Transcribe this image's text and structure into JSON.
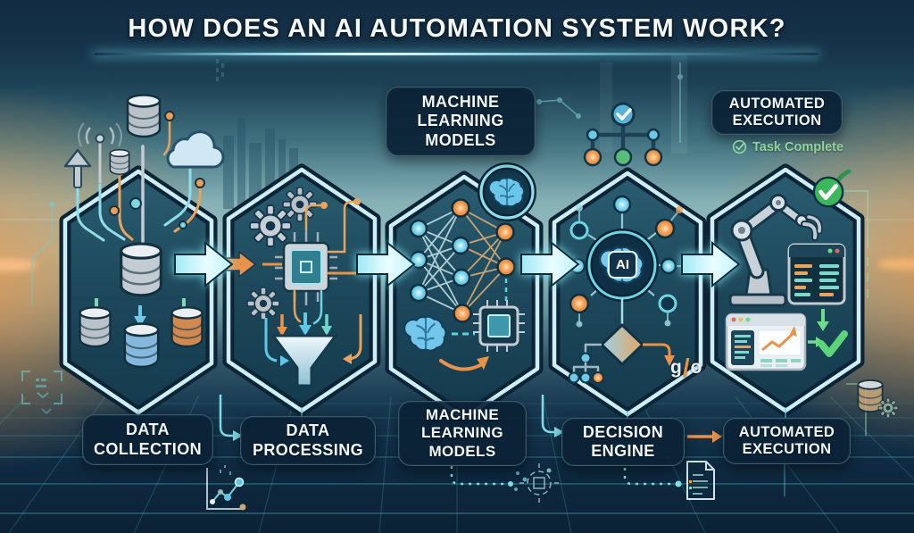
{
  "title": "HOW DOES AN AI AUTOMATION SYSTEM WORK?",
  "stages": [
    {
      "id": "data-collection",
      "label": "DATA COLLECTION"
    },
    {
      "id": "data-processing",
      "label": "DATA PROCESSING"
    },
    {
      "id": "machine-learning-models",
      "label": "MACHINE LEARNING MODELS"
    },
    {
      "id": "decision-engine",
      "label": "DECISION ENGINE"
    },
    {
      "id": "automated-execution",
      "label": "AUTOMATED EXECUTION"
    }
  ],
  "callouts": {
    "ml_top": "MACHINE LEARNING MODELS",
    "exec_top": "AUTOMATED EXECUTION",
    "task_complete": "Task Complete"
  },
  "annotations": {
    "ai_core": "AI",
    "go_pre": "g",
    "go_slash": "/",
    "go_post": "o"
  },
  "icons": [
    "database-icon",
    "cloud-icon",
    "antenna-icon",
    "gear-icon",
    "cpu-chip-icon",
    "funnel-icon",
    "neural-network-icon",
    "brain-icon",
    "ai-core-icon",
    "decision-diamond-icon",
    "tree-icon",
    "robot-arm-icon",
    "terminal-window-icon",
    "chart-window-icon",
    "check-circle-icon",
    "document-icon",
    "target-icon"
  ],
  "colors": {
    "accent_cyan": "#5fd9ea",
    "accent_orange": "#e8924a",
    "accent_green": "#3fbf63",
    "task_text_green": "#8fd49b",
    "hex_fill_top": "#2a5d70",
    "hex_fill_bottom": "#143a4d",
    "hex_border": "#cdeef4",
    "hex_outline": "#0c2435",
    "panel_bg": "#0b2136",
    "silver": "#c3ccd3",
    "db_blue": "#86b8dd",
    "db_orange": "#d08a50"
  }
}
